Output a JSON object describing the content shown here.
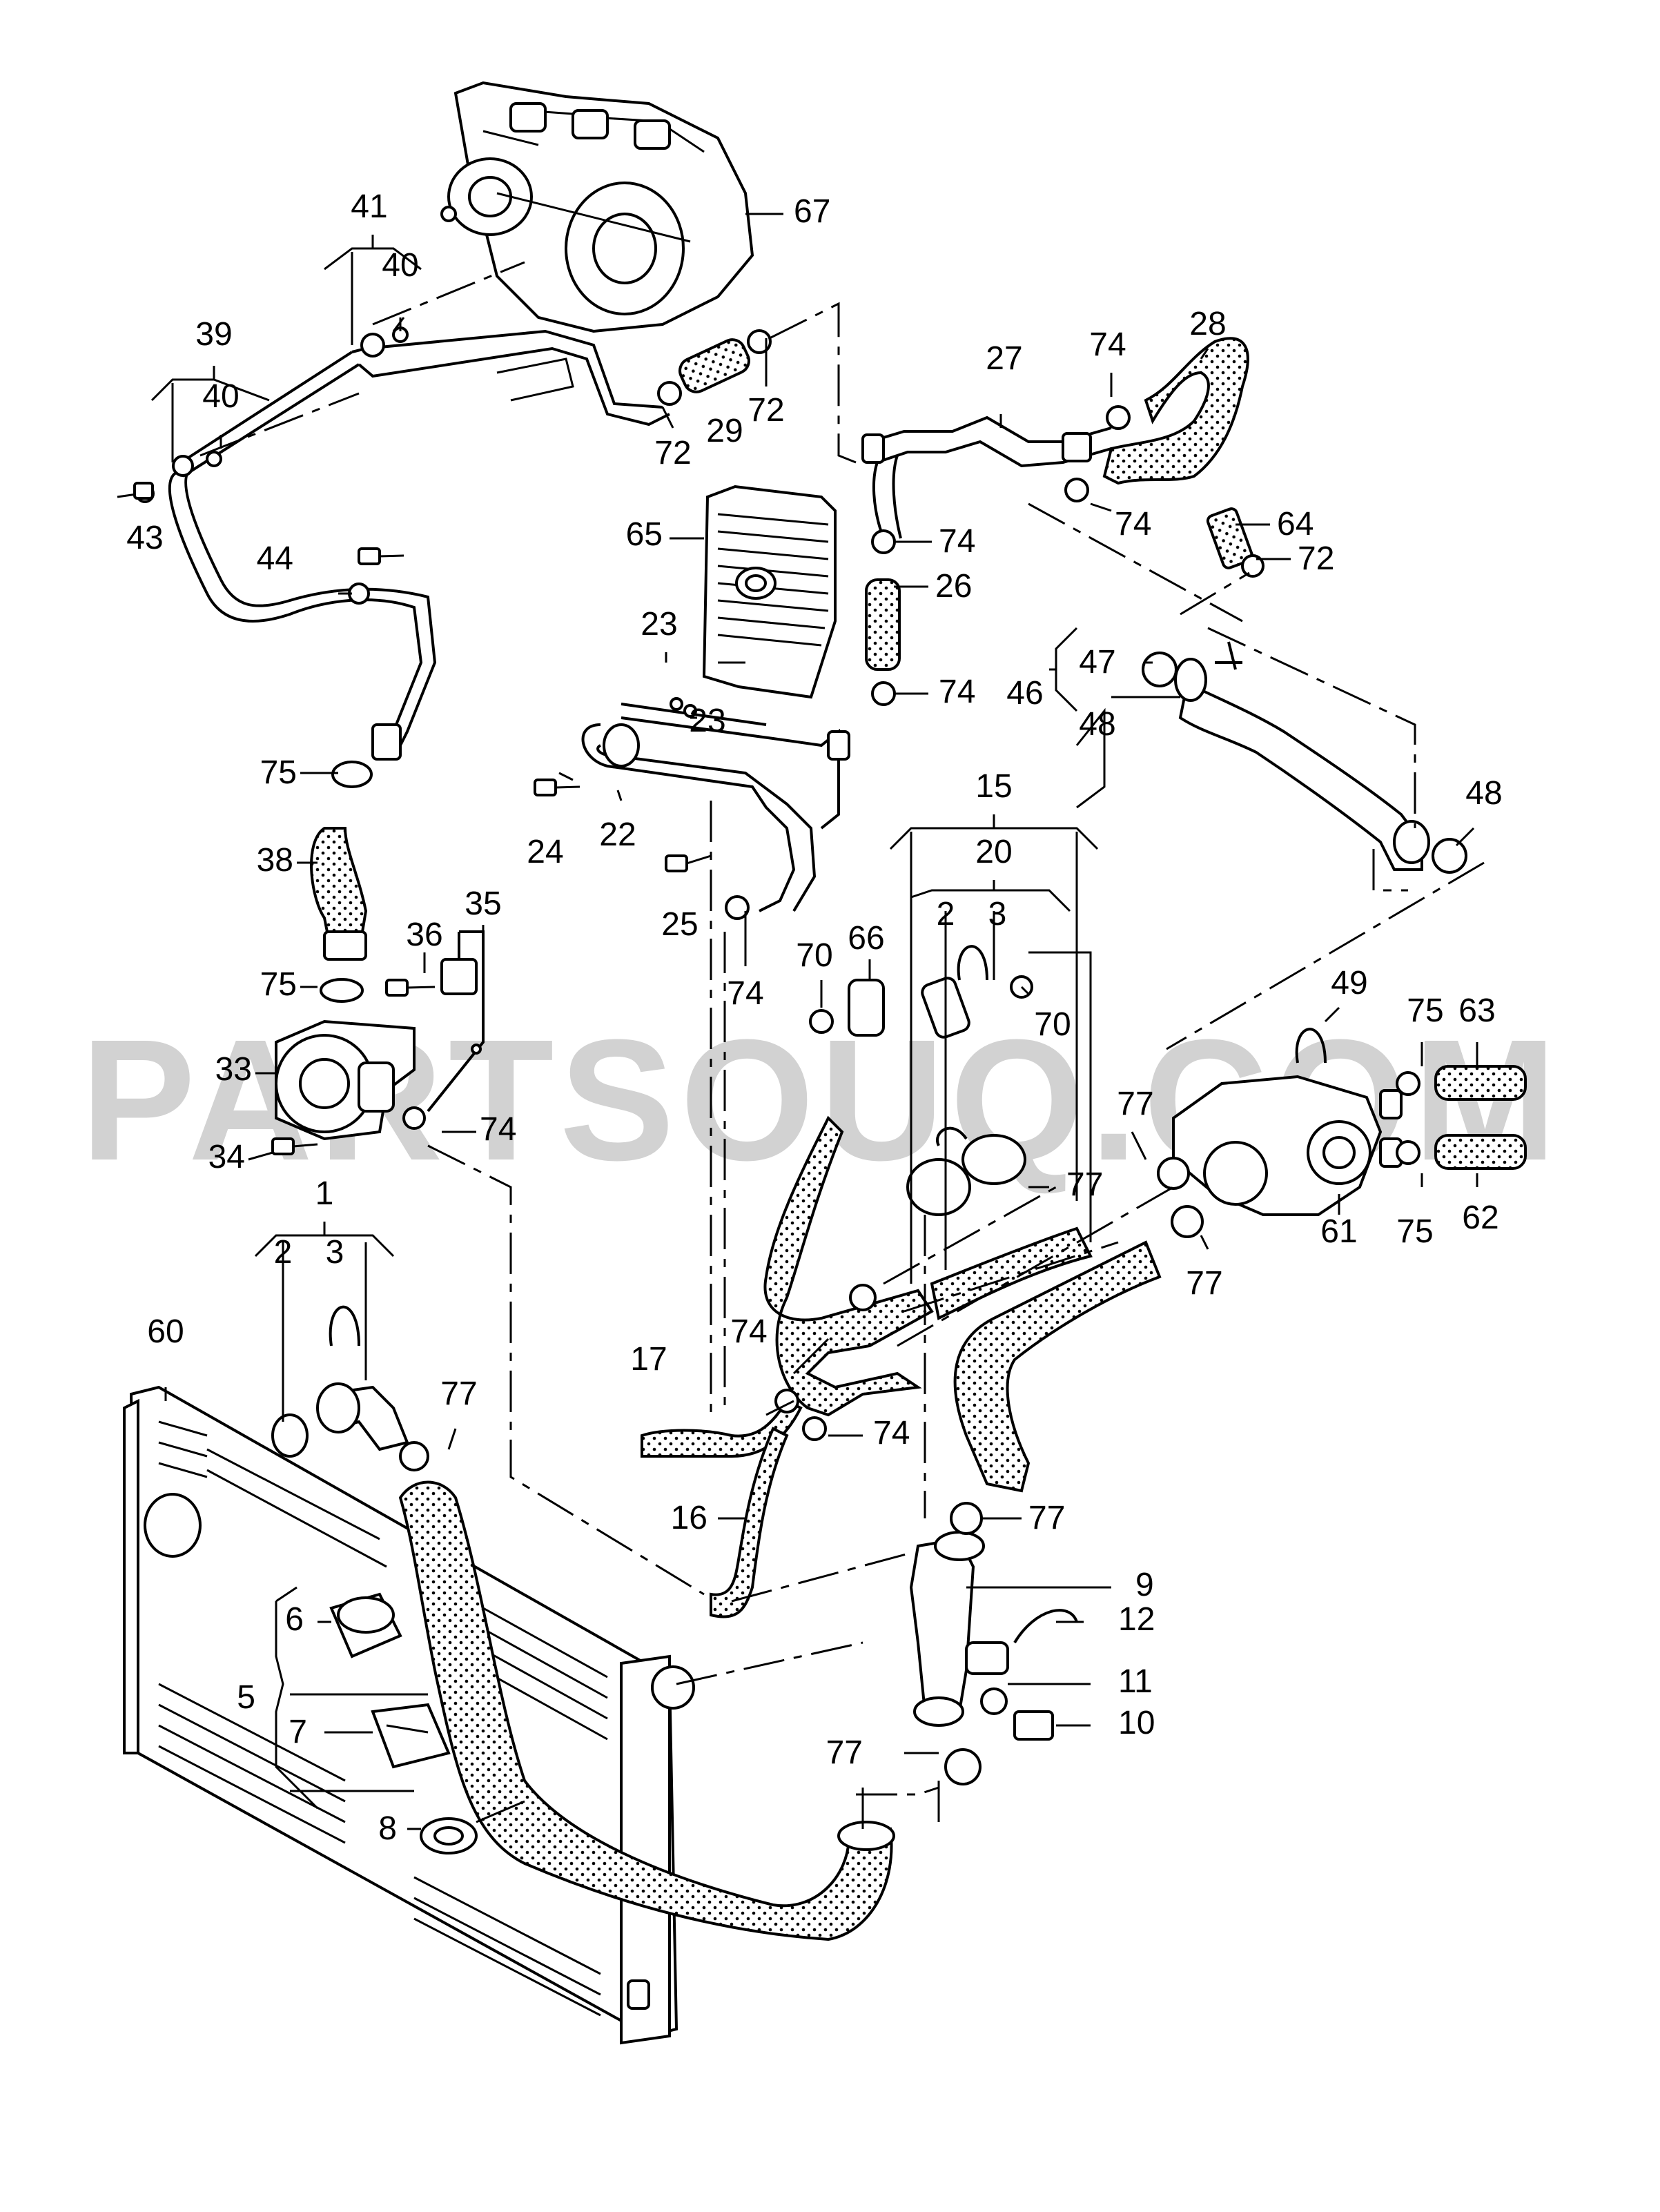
{
  "watermark": "PARTSOUQ.COM",
  "labels": {
    "l67": "67",
    "l41": "41",
    "l40a": "40",
    "l39": "39",
    "l40b": "40",
    "l43": "43",
    "l44": "44",
    "l72a": "72",
    "l29": "29",
    "l72b": "72",
    "l27": "27",
    "l74a": "74",
    "l28": "28",
    "l74b": "74",
    "l64": "64",
    "l72c": "72",
    "l65": "65",
    "l74c": "74",
    "l26": "26",
    "l23a": "23",
    "l23b": "23",
    "l74d": "74",
    "l47": "47",
    "l46": "46",
    "l48a": "48",
    "l48b": "48",
    "l24": "24",
    "l22": "22",
    "l25": "25",
    "l75a": "75",
    "l38": "38",
    "l36": "36",
    "l35": "35",
    "l75b": "75",
    "l33": "33",
    "l34": "34",
    "l74e": "74",
    "l74f": "74",
    "l15": "15",
    "l20": "20",
    "l2a": "2",
    "l3a": "3",
    "l66": "66",
    "l70a": "70",
    "l70b": "70",
    "l49": "49",
    "l75c": "75",
    "l63": "63",
    "l77a": "77",
    "l77b": "77",
    "l61": "61",
    "l75d": "75",
    "l62": "62",
    "l77c": "77",
    "l1": "1",
    "l2b": "2",
    "l3b": "3",
    "l60": "60",
    "l77d": "77",
    "l17": "17",
    "l74g": "74",
    "l74h": "74",
    "l16": "16",
    "l77e": "77",
    "l9": "9",
    "l12": "12",
    "l6": "6",
    "l5": "5",
    "l7": "7",
    "l11": "11",
    "l10": "10",
    "l77f": "77",
    "l8": "8"
  }
}
